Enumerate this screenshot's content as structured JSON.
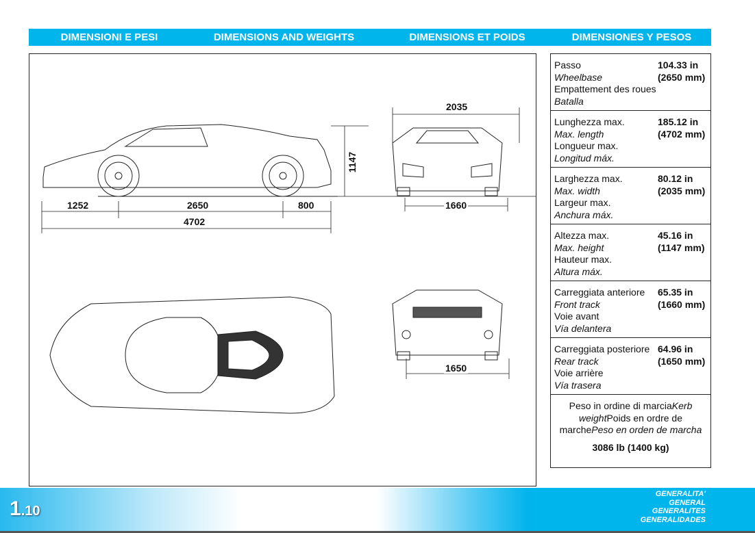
{
  "header": {
    "titles": [
      "DIMENSIONI E PESI",
      "DIMENSIONS AND WEIGHTS",
      "DIMENSIONS ET POIDS",
      "DIMENSIONES Y PESOS"
    ]
  },
  "drawing": {
    "dims": {
      "front_width": "2035",
      "height": "1147",
      "front_overhang": "1252",
      "wheelbase": "2650",
      "rear_overhang": "800",
      "length": "4702",
      "front_track": "1660",
      "rear_track": "1650"
    }
  },
  "table": {
    "rows": [
      {
        "it": "Passo",
        "en": "Wheelbase",
        "fr": "Empattement des roues",
        "es": "Batalla",
        "in": "104.33 in",
        "mm": "(2650 mm)"
      },
      {
        "it": "Lunghezza max.",
        "en": "Max. length",
        "fr": "Longueur max.",
        "es": "Longitud máx.",
        "in": "185.12 in",
        "mm": "(4702 mm)"
      },
      {
        "it": "Larghezza max.",
        "en": "Max. width",
        "fr": "Largeur max.",
        "es": "Anchura máx.",
        "in": "80.12 in",
        "mm": "(2035 mm)"
      },
      {
        "it": "Altezza max.",
        "en": "Max. height",
        "fr": "Hauteur max.",
        "es": "Altura máx.",
        "in": "45.16 in",
        "mm": "(1147 mm)"
      },
      {
        "it": "Carreggiata anteriore",
        "en": "Front track",
        "fr": "Voie avant",
        "es": "Vía delantera",
        "in": "65.35 in",
        "mm": "(1660 mm)"
      },
      {
        "it": "Carreggiata posteriore",
        "en": "Rear track",
        "fr": "Voie arrière",
        "es": "Vía trasera",
        "in": "64.96 in",
        "mm": "(1650 mm)"
      }
    ],
    "kerb": {
      "it": "Peso in ordine di marcia",
      "en": "Kerb weight",
      "fr": "Poids en ordre de marche",
      "es": "Peso en orden de marcha",
      "value": "3086 lb (1400 kg)"
    }
  },
  "footer": {
    "page_main": "1",
    "page_sub": ".10",
    "section": [
      "GENERALITA'",
      "GENERAL",
      "GENERALITES",
      "GENERALIDADES"
    ]
  }
}
